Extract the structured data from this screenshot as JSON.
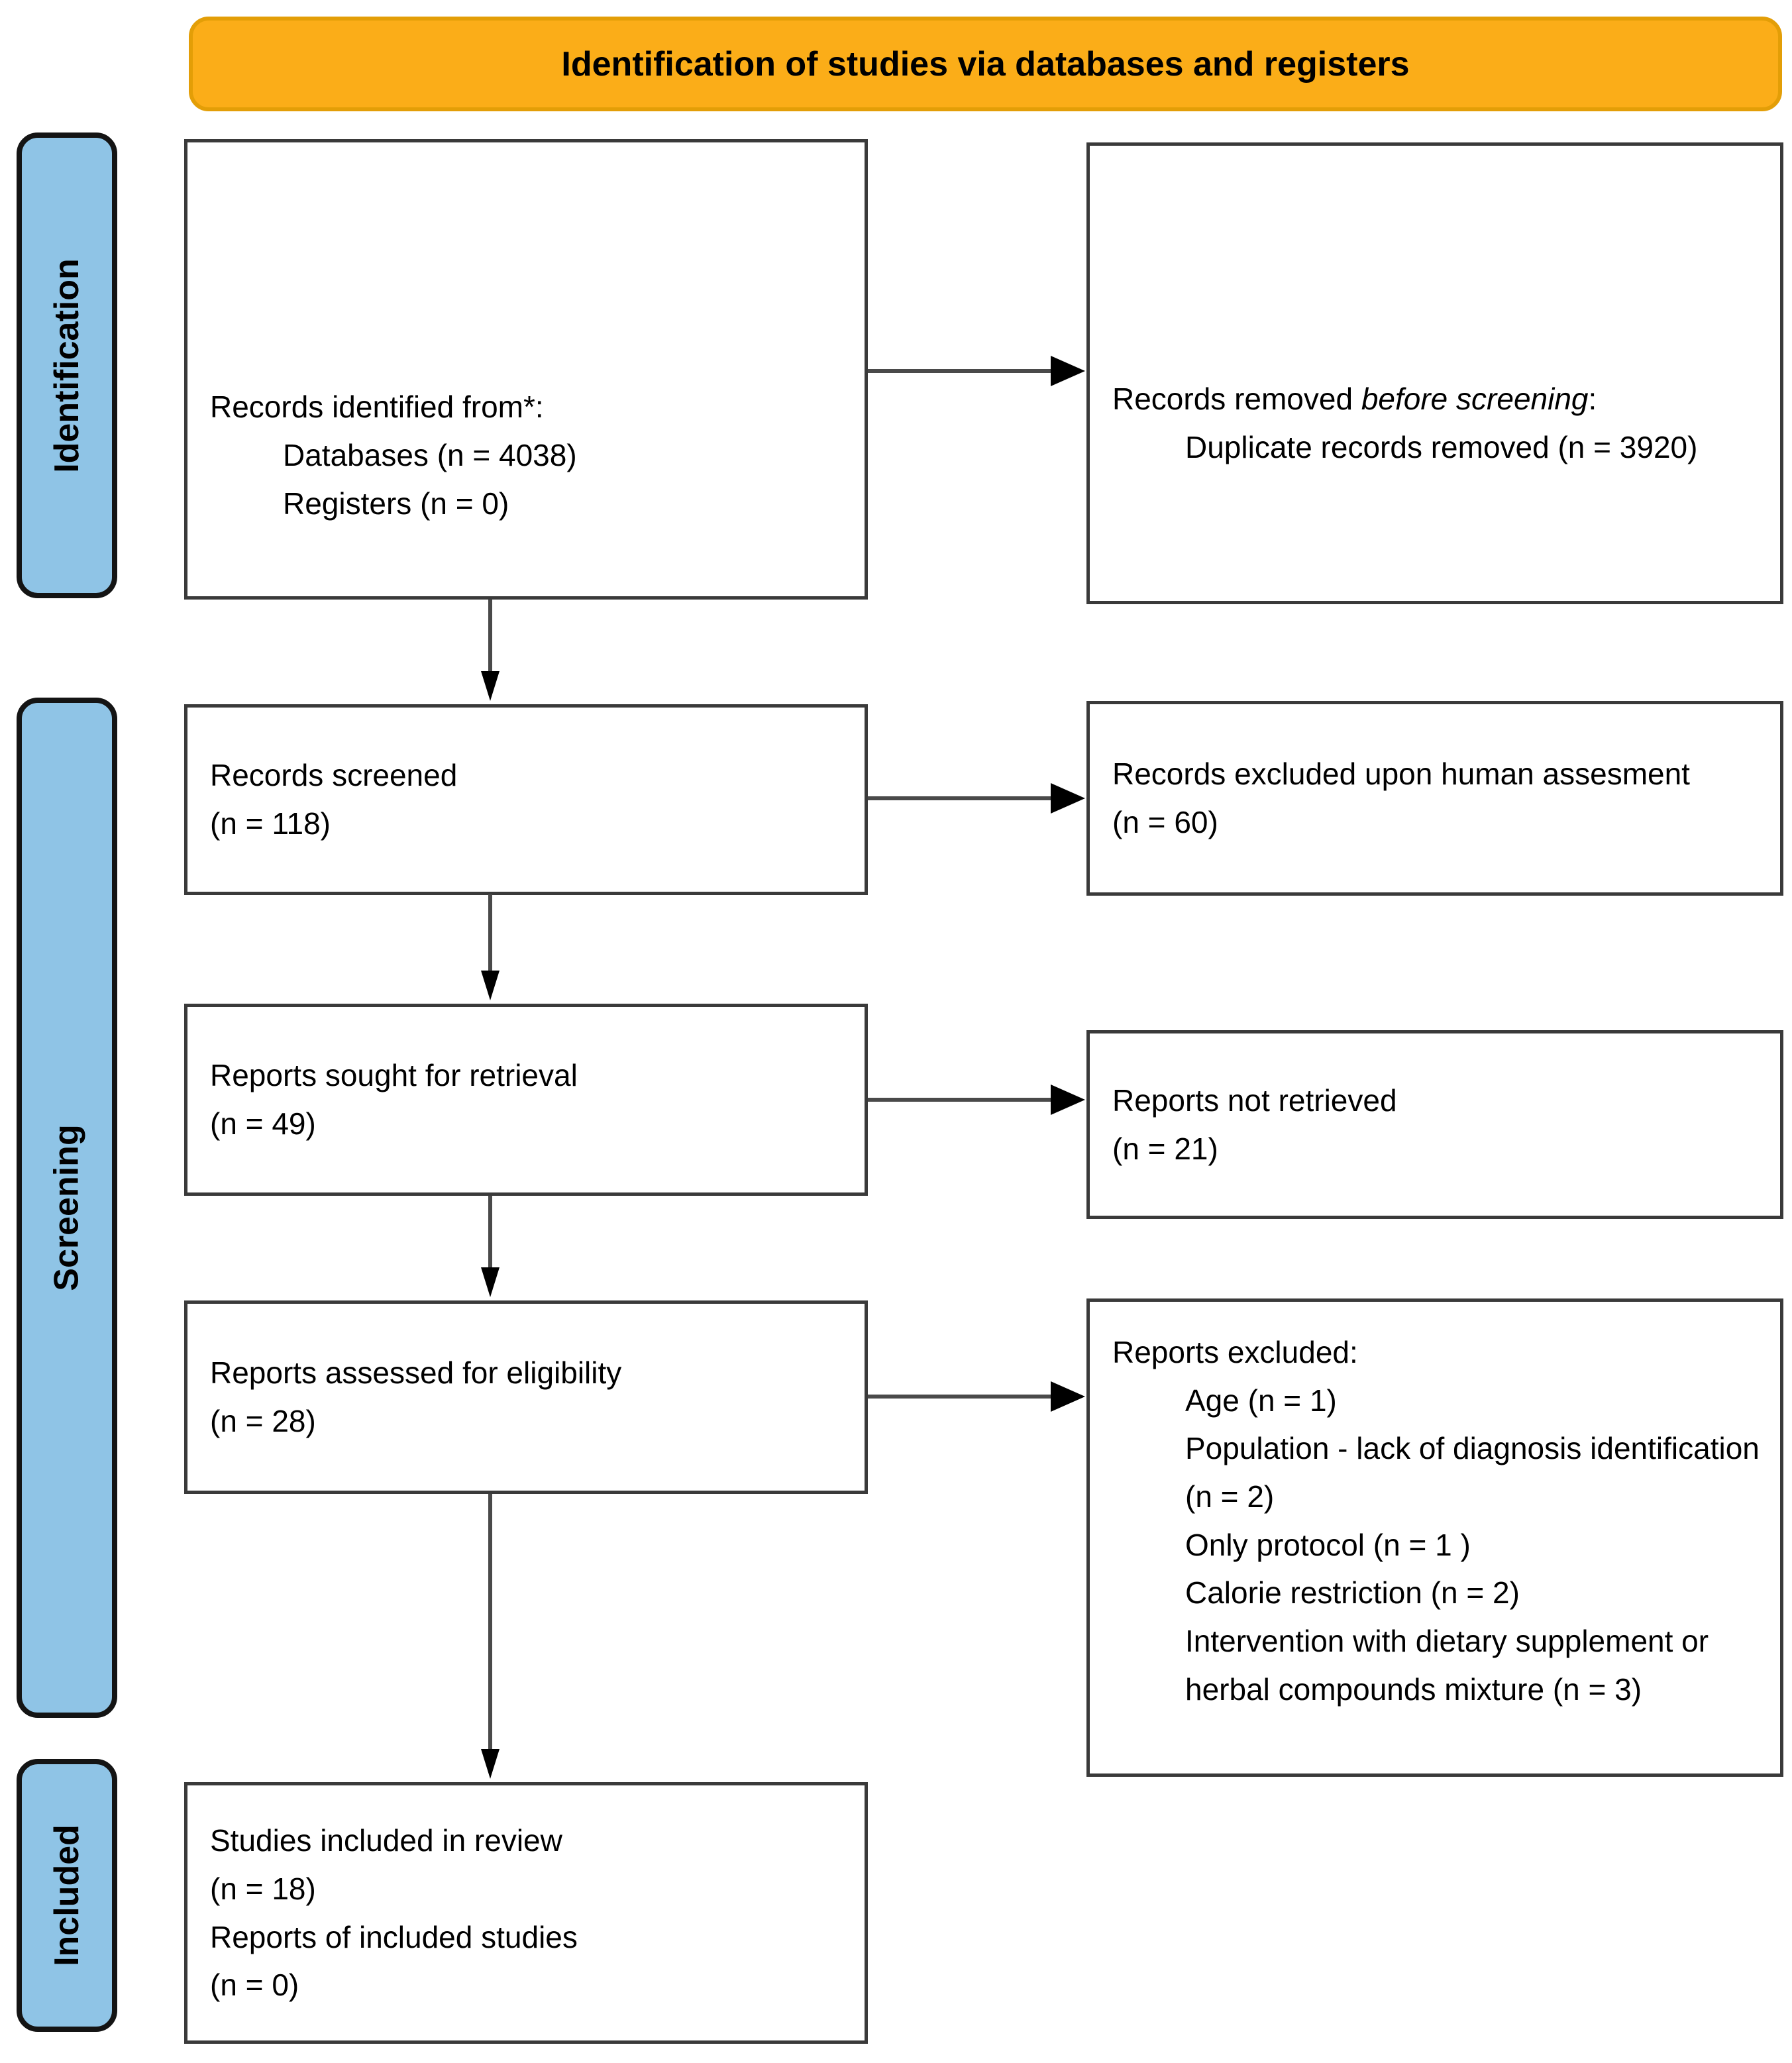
{
  "banner": {
    "title": "Identification of studies via databases and registers"
  },
  "stages": {
    "identification": "Identification",
    "screening": "Screening",
    "included": "Included"
  },
  "boxes": {
    "records_identified": {
      "heading": "Records identified from*:",
      "items": [
        "Databases (n = 4038)",
        "Registers (n = 0)"
      ]
    },
    "records_removed": {
      "text_normal": "Records removed ",
      "text_italic": "before screening",
      "text_suffix": ":",
      "items": [
        "Duplicate records removed  (n = 3920)"
      ]
    },
    "records_screened": {
      "lines": [
        "Records screened",
        "(n = 118)"
      ]
    },
    "records_excluded": {
      "lines": [
        "Records excluded upon human assesment",
        "(n = 60)"
      ]
    },
    "reports_sought": {
      "lines": [
        "Reports sought for retrieval",
        "(n = 49)"
      ]
    },
    "reports_not_retrieved": {
      "lines": [
        "Reports not retrieved",
        "(n = 21)"
      ]
    },
    "reports_assessed": {
      "lines": [
        "Reports assessed for eligibility",
        "(n = 28)"
      ]
    },
    "reports_excluded": {
      "heading": "Reports excluded:",
      "items": [
        "Age (n = 1)",
        "Population - lack of diagnosis identification (n = 2)",
        "Only protocol (n = 1 )",
        "Calorie restriction (n = 2)",
        "Intervention with dietary supplement or herbal compounds mixture (n = 3)"
      ]
    },
    "studies_included": {
      "lines": [
        "Studies included in review",
        "(n = 18)",
        "Reports of included studies",
        "(n = 0)"
      ]
    }
  },
  "colors": {
    "banner_bg": "#FBAD18",
    "stage_bg": "#8FC4E6",
    "box_border": "#3a3a3a",
    "arrow": "#4a4a4a"
  }
}
